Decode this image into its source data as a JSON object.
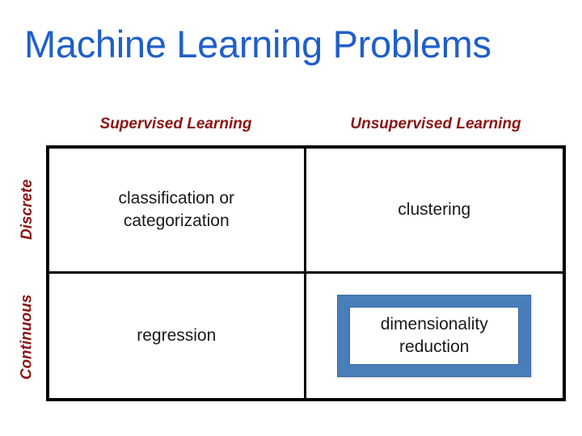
{
  "slide": {
    "title": "Machine Learning Problems",
    "title_color": "#1F5FC8",
    "background_color": "#FFFFFF"
  },
  "matrix": {
    "accent_color": "#8B1515",
    "border_color": "#000000",
    "column_headers": [
      {
        "label": "Supervised Learning"
      },
      {
        "label": "Unsupervised Learning"
      }
    ],
    "row_labels": [
      {
        "label": "Discrete"
      },
      {
        "label": "Continuous"
      }
    ],
    "cells": [
      [
        {
          "text": "classification or\ncategorization",
          "highlighted": false
        },
        {
          "text": "clustering",
          "highlighted": false
        }
      ],
      [
        {
          "text": "regression",
          "highlighted": false
        },
        {
          "text": "dimensionality\nreduction",
          "highlighted": true
        }
      ]
    ],
    "highlight": {
      "border_color": "#4A7EBB",
      "fill_color": "#FFFFFF"
    }
  }
}
